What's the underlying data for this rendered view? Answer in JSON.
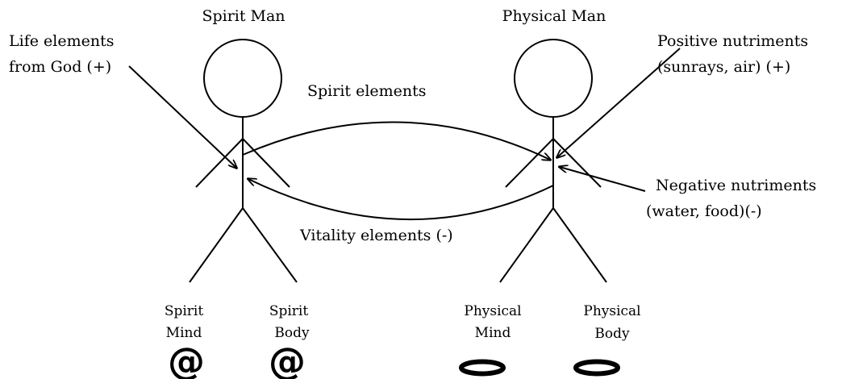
{
  "figures": {
    "spirit": {
      "title": "Spirit Man",
      "mind_label_1": "Spirit",
      "mind_label_2": "Mind",
      "body_label_1": "Spirit",
      "body_label_2": "Body",
      "mind_symbol": "@",
      "body_symbol": "@"
    },
    "physical": {
      "title": "Physical Man",
      "mind_label_1": "Physical",
      "mind_label_2": "Mind",
      "body_label_1": "Physical",
      "body_label_2": "Body"
    }
  },
  "annotations": {
    "life_elements_1": "Life elements",
    "life_elements_2": "from God (+)",
    "positive_1": "Positive nutriments",
    "positive_2": "(sunrays, air) (+)",
    "negative_1": "Negative nutriments",
    "negative_2": "(water, food)(-)",
    "spirit_elements": "Spirit elements",
    "vitality_elements": "Vitality elements (-)"
  }
}
